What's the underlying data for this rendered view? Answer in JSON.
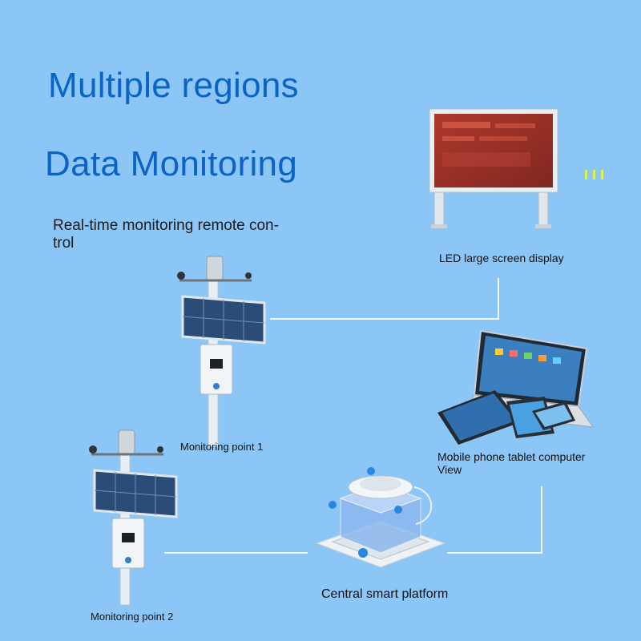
{
  "heading": {
    "line1": "Multiple regions",
    "line2": "Data Monitoring",
    "subtitle": "Real-time monitoring remote con-\ntrol"
  },
  "nodes": {
    "led_display": "LED large screen display",
    "mobile_view": "Mobile phone tablet computer\nView",
    "monitoring_point_1": "Monitoring point 1",
    "monitoring_point_2": "Monitoring point 2",
    "central_platform": "Central smart platform"
  },
  "colors": {
    "background": "#8cc6f6",
    "title": "#0b63c4",
    "connector": "#f2f7fb"
  }
}
